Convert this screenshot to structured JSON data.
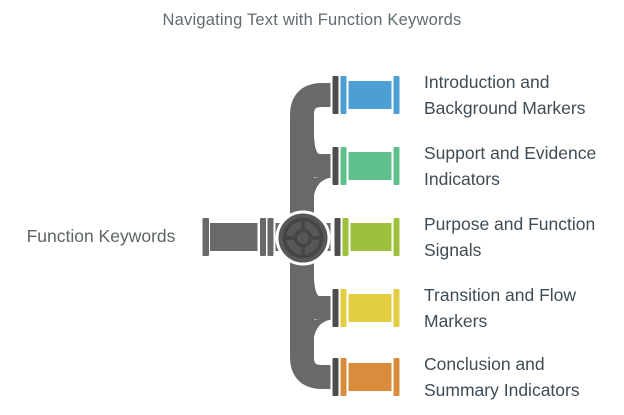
{
  "title": "Navigating Text with Function Keywords",
  "root": {
    "label": "Function Keywords"
  },
  "branches": [
    {
      "id": "introduction-background",
      "line1": "Introduction and",
      "line2": "Background Markers",
      "color": "#4C9FD3"
    },
    {
      "id": "support-evidence",
      "line1": "Support and Evidence",
      "line2": "Indicators",
      "color": "#5FC08E"
    },
    {
      "id": "purpose-function",
      "line1": "Purpose and Function",
      "line2": "Signals",
      "color": "#9DC13C"
    },
    {
      "id": "transition-flow",
      "line1": "Transition and Flow",
      "line2": "Markers",
      "color": "#E3CE41"
    },
    {
      "id": "conclusion-summary",
      "line1": "Conclusion and",
      "line2": "Summary Indicators",
      "color": "#D98C3B"
    }
  ],
  "icons": {
    "valve_wheel": "valve-handwheel-icon",
    "pipe": "pipe-segment-icon"
  },
  "colors": {
    "background": "#FFFFFF",
    "pipe_gray": "#696969",
    "flange_dark": "#4D4D4D",
    "valve_body": "#575757",
    "valve_detail": "#454545",
    "valve_ring": "#FFFFFF",
    "title_text": "#606B70",
    "root_text": "#5D6466",
    "branch_text": "#3F4C55"
  }
}
